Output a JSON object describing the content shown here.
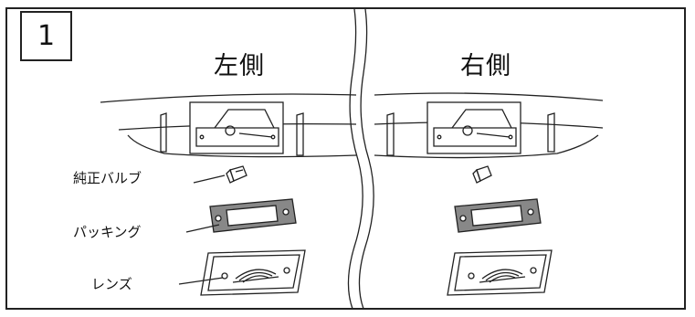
{
  "step_number": "1",
  "titles": {
    "left": "左側",
    "right": "右側"
  },
  "labels": {
    "bulb": "純正バルブ",
    "packing": "パッキング",
    "lens": "レンズ"
  }
}
